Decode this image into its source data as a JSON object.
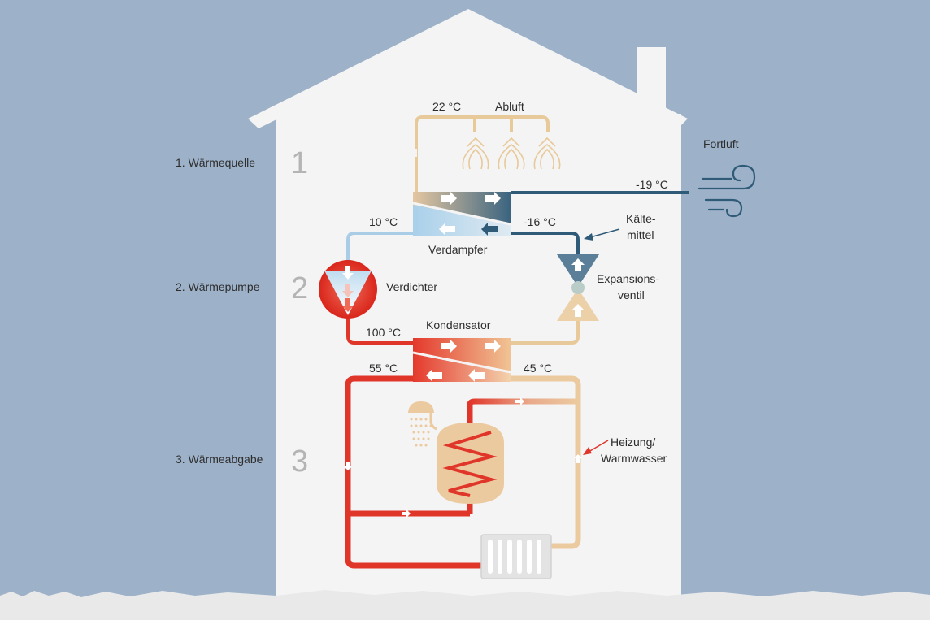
{
  "stages": [
    {
      "number": "1",
      "label": "1. Wärmequelle"
    },
    {
      "number": "2",
      "label": "2. Wärmepumpe"
    },
    {
      "number": "3",
      "label": "3. Wärmeabgabe"
    }
  ],
  "temps": {
    "exhaust_in": "22 °C",
    "outgoing_air": "-19 °C",
    "evap_out": "10 °C",
    "evap_in": "-16 °C",
    "cond_in": "100 °C",
    "flow": "55 °C",
    "return": "45 °C"
  },
  "labels": {
    "abluft": "Abluft",
    "fortluft": "Fortluft",
    "verdampfer": "Verdampfer",
    "verdichter": "Verdichter",
    "kondensator": "Kondensator",
    "kaeltemittel_1": "Kälte-",
    "kaeltemittel_2": "mittel",
    "expansion_1": "Expansions-",
    "expansion_2": "ventil",
    "heizung_1": "Heizung/",
    "heizung_2": "Warmwasser"
  },
  "colors": {
    "sky": "#9db2c9",
    "house": "#f4f4f4",
    "warm_air": "#e8c99a",
    "cold_line": "#2f5a78",
    "cool_blue": "#a9cde6",
    "hot_red": "#e0362a",
    "stage_number": "#b4b4b4"
  }
}
